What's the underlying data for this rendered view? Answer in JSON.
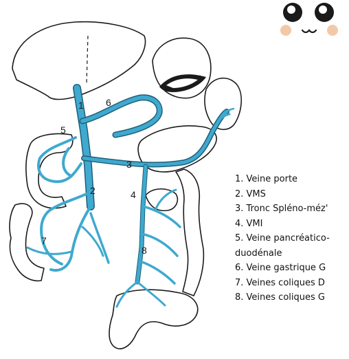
{
  "colors": {
    "vein": "#3fa9cf",
    "outline": "#1a1a1a",
    "cheek": "#f2c9a8"
  },
  "icons": {
    "sticker": "cute-face-icon"
  },
  "diagram": {
    "markers": [
      "1",
      "2",
      "3",
      "4",
      "5",
      "6",
      "7",
      "8"
    ]
  },
  "legend": {
    "items": [
      "1. Veine porte",
      "2. VMS",
      "3. Tronc Spléno-méz'",
      "4. VMI",
      "5. Veine pancréatico-",
      "duodénale",
      "6. Veine gastrique G",
      "7. Veines coliques D",
      "8. Veines coliques G"
    ]
  }
}
